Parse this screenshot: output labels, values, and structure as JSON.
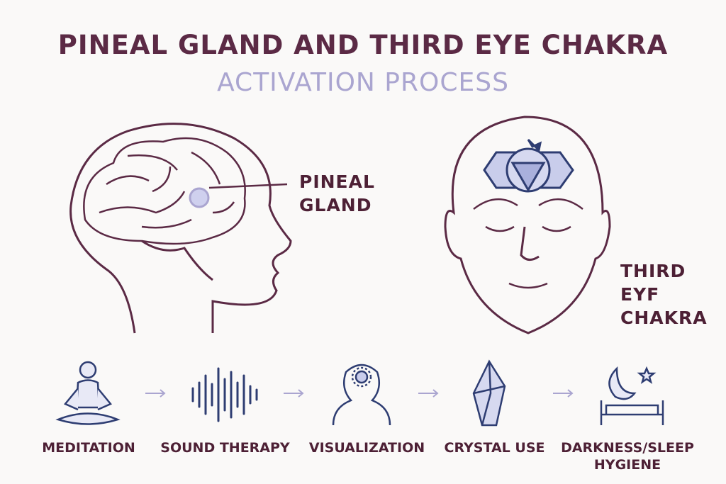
{
  "title": "PINEAL GLAND AND THIRD EYE CHAKRA",
  "subtitle": "ACTIVATION PROCESS",
  "labels": {
    "pineal_line1": "PINEAL",
    "pineal_line2": "GLAND",
    "third_line1": "THIRD",
    "third_line2": "EYF",
    "third_line3": "CHAKRA"
  },
  "steps": [
    {
      "label": "MEDITATION",
      "icon": "meditation-icon"
    },
    {
      "label": "SOUND THERAPY",
      "icon": "sound-wave-icon"
    },
    {
      "label": "VISUALIZATION",
      "icon": "head-chakra-icon"
    },
    {
      "label": "CRYSTAL USE",
      "icon": "crystal-icon"
    },
    {
      "label": "DARKNESS/SLEEP",
      "label2": "HYGIENE",
      "icon": "moon-bed-icon"
    }
  ],
  "colors": {
    "outline": "#5b2a45",
    "accent": "#aaa5d0",
    "icon": "#2e3d72",
    "fill": "#d6d9f0"
  }
}
